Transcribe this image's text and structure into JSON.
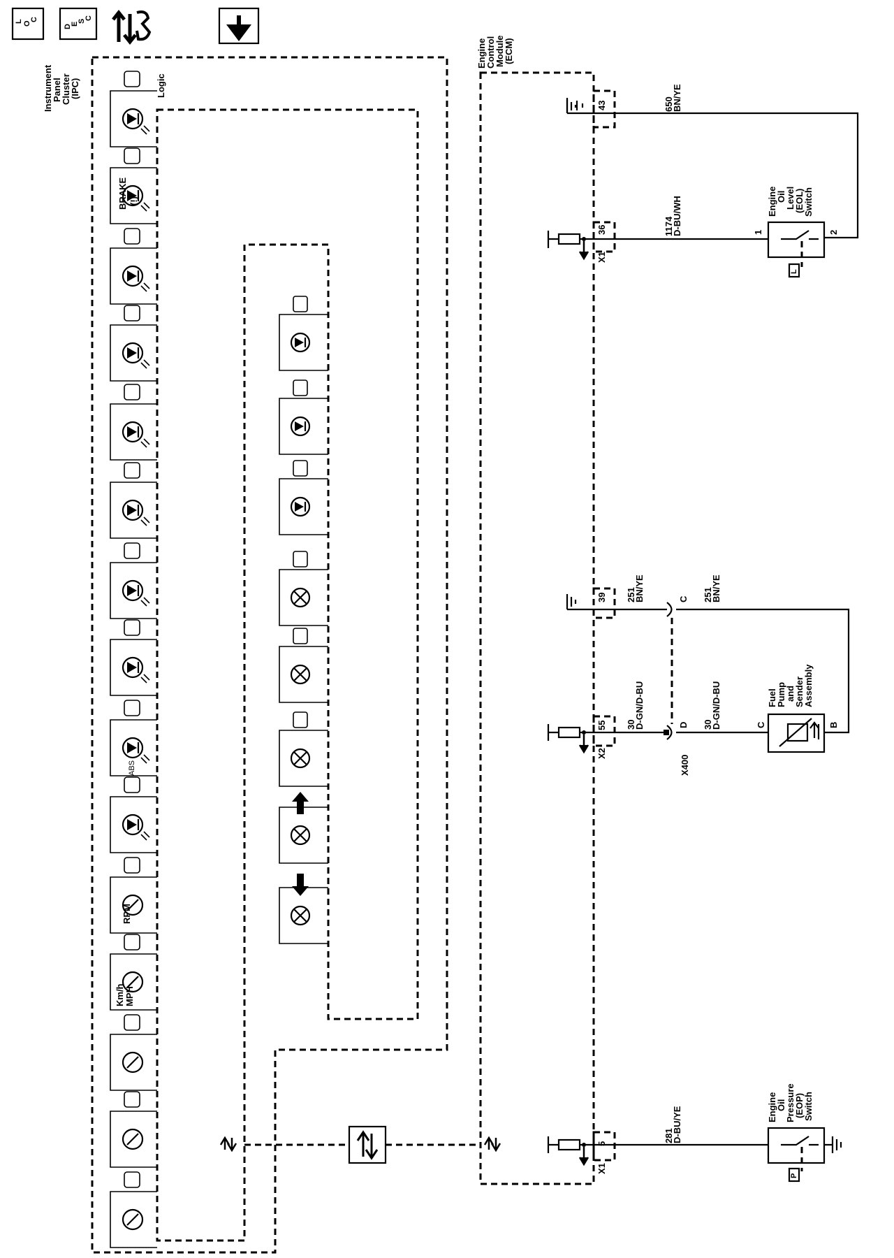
{
  "toolbar": {
    "loc_label": "LOC",
    "loc_sub": [
      "L",
      "O",
      "C"
    ],
    "desc_label": "DESC",
    "desc_sub": [
      "D",
      "E",
      "S",
      "C"
    ]
  },
  "ipc": {
    "title": "Instrument Panel Cluster (IPC)",
    "title_lines": [
      "Instrument",
      "Panel",
      "Cluster",
      "(IPC)"
    ],
    "logic_label": "Logic",
    "brake_label": "BRAKE",
    "brake_sym": "(!)",
    "abs_label": "ABS",
    "rpm_label": "RPM",
    "speed_label_1": "Km/h",
    "speed_label_2": "MPH"
  },
  "ecm": {
    "title": "Engine Control Module (ECM)",
    "title_lines": [
      "Engine",
      "Control",
      "Module",
      "(ECM)"
    ]
  },
  "circuits": [
    {
      "pin": "43",
      "circuit": "650",
      "color": "BN/YE"
    },
    {
      "pin": "36",
      "connector": "X1",
      "circuit": "1174",
      "color": "D-BU/WH"
    },
    {
      "pin": "39",
      "circuit": "251",
      "color": "BN/YE"
    },
    {
      "pin": "55",
      "connector": "X2",
      "circuit": "30",
      "color": "D-GN/D-BU"
    },
    {
      "pin": "5",
      "connector": "X1",
      "circuit": "281",
      "color": "D-BU/YE"
    }
  ],
  "inline": {
    "name": "X400",
    "pin_c": "C",
    "pin_d": "D",
    "c_circuit": "251",
    "c_color": "BN/YE",
    "d_circuit": "30",
    "d_color": "D-GN/D-BU"
  },
  "components": {
    "eol": {
      "lines": [
        "Engine",
        "Oil",
        "Level",
        "(EOL)",
        "Switch"
      ],
      "pin1": "1",
      "pin2": "2",
      "tag": "L"
    },
    "fuel": {
      "lines": [
        "Fuel",
        "Pump",
        "and",
        "Sender",
        "Assembly"
      ],
      "pinC": "C",
      "pinB": "B"
    },
    "eop": {
      "lines": [
        "Engine",
        "Oil",
        "Pressure",
        "(EOP)",
        "Switch"
      ],
      "tag": "P"
    }
  }
}
